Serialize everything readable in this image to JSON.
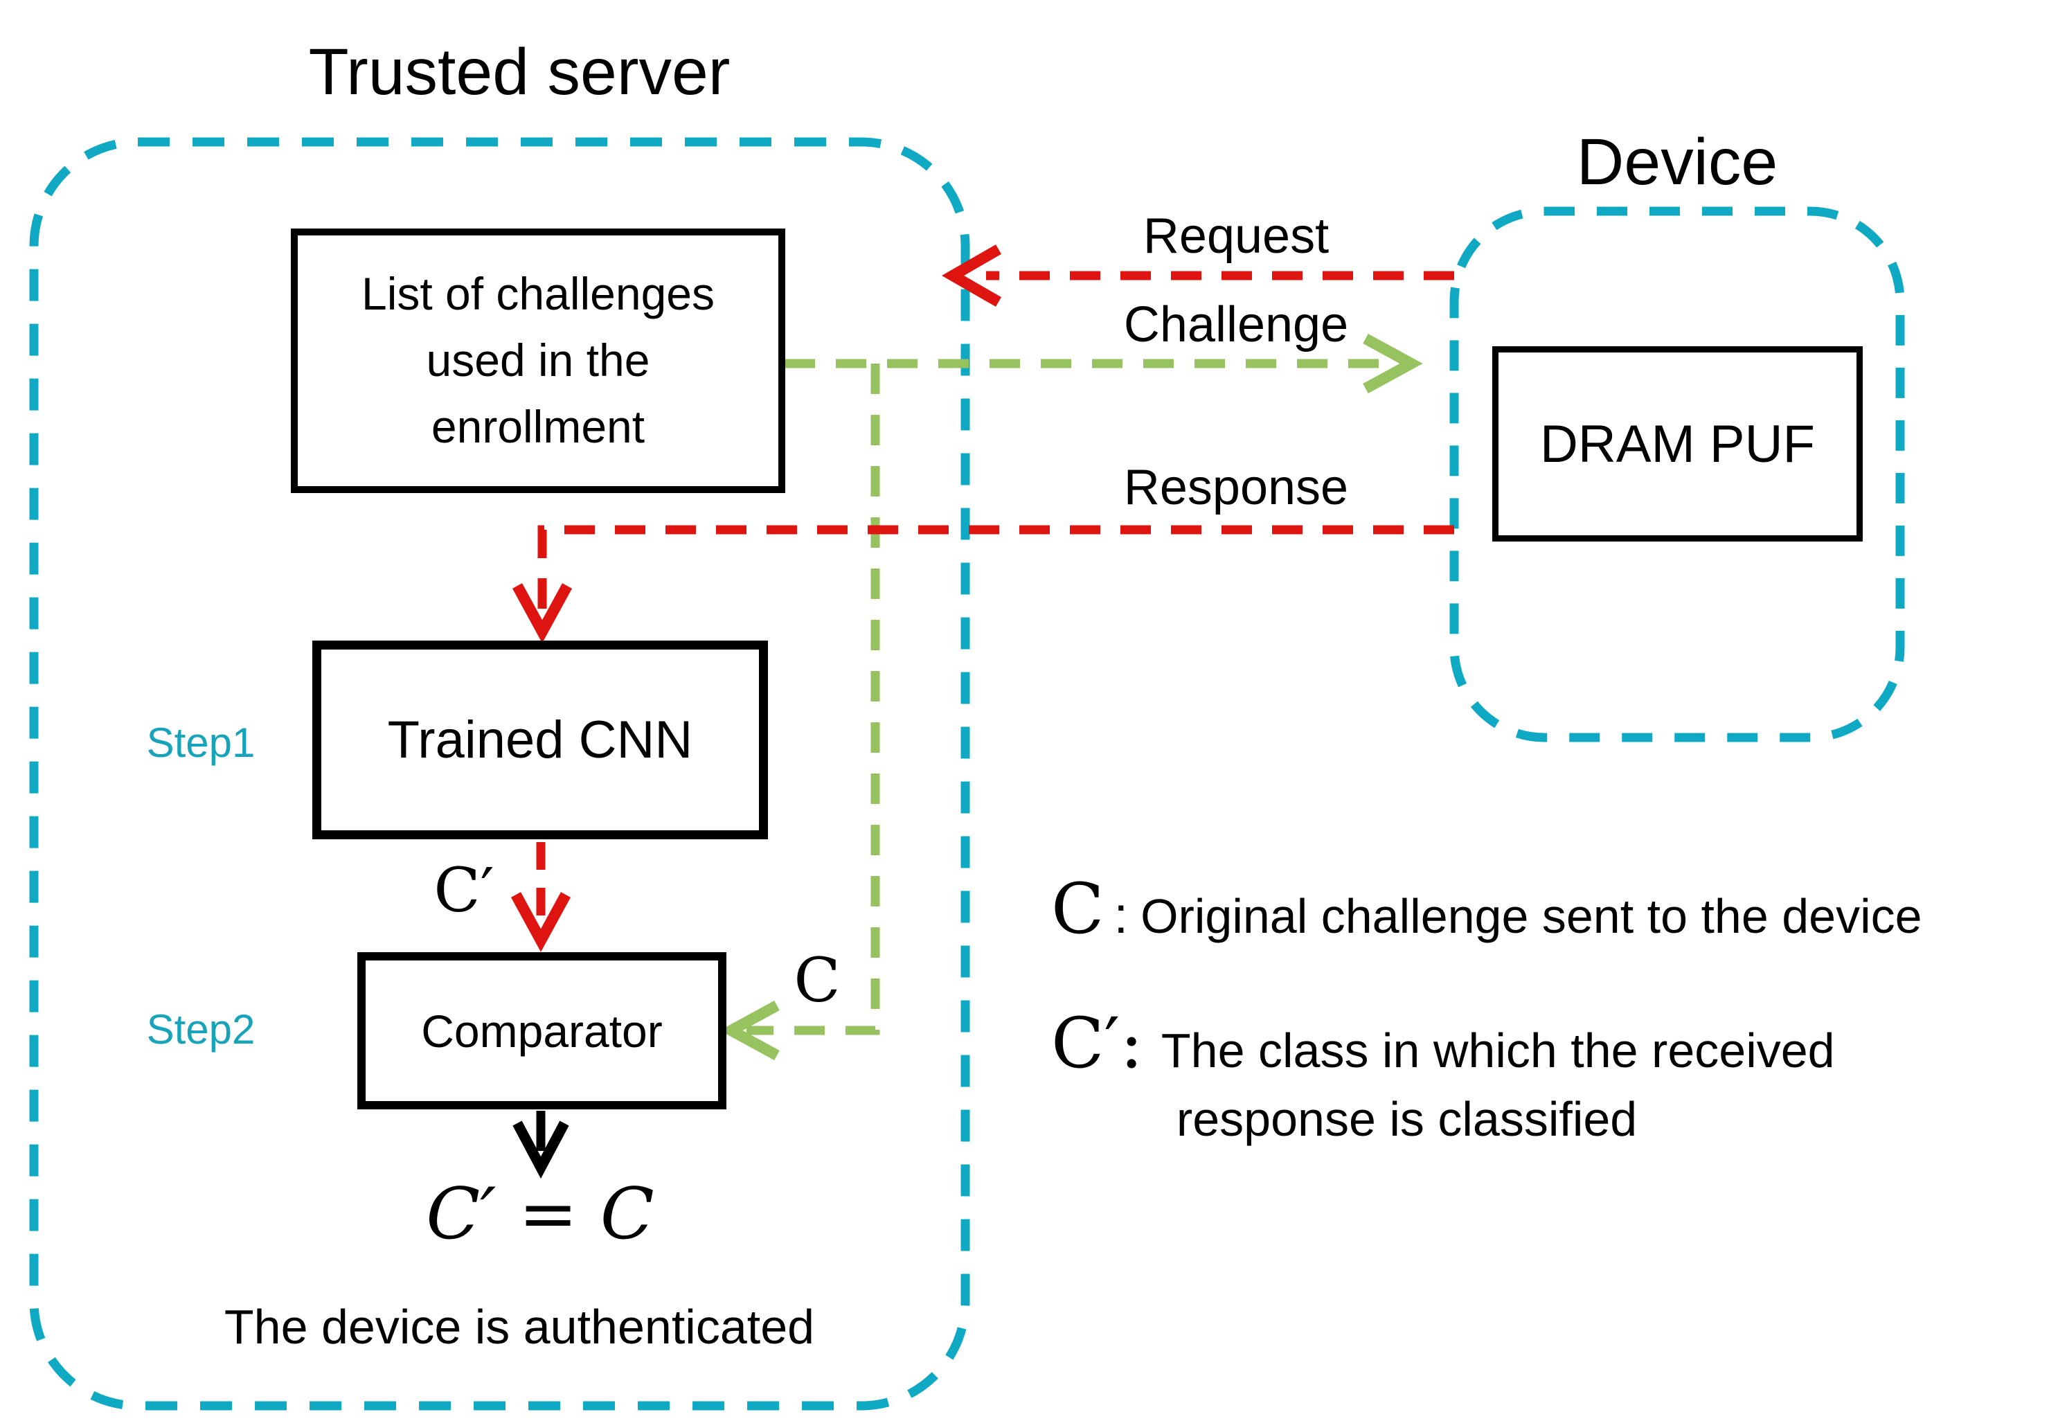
{
  "colors": {
    "boundary_cyan": "#0FA9C4",
    "step_text_cyan": "#17A3BA",
    "arrow_red": "#DE1411",
    "arrow_green": "#96C35F",
    "arrow_black": "#000000",
    "box_border_black": "#000000",
    "background": "#ffffff"
  },
  "server": {
    "title": "Trusted server",
    "list_lines": [
      "List of challenges",
      "used in the",
      "enrollment"
    ],
    "cnn_label": "Trained CNN",
    "comparator_label": "Comparator",
    "step1": "Step1",
    "step2": "Step2",
    "c_prime_label": "C′",
    "c_label": "C",
    "equation": "C′ = C",
    "result": "The device is authenticated"
  },
  "device": {
    "title": "Device",
    "dram_label": "DRAM PUF"
  },
  "messages": {
    "request": "Request",
    "challenge": "Challenge",
    "response": "Response"
  },
  "legend": {
    "c_symbol": "C",
    "c_separator": ":",
    "c_text": "Original challenge sent to the device",
    "c_prime_symbol": "C′:",
    "c_prime_line1": "The class in which the received",
    "c_prime_line2": "response is classified"
  }
}
